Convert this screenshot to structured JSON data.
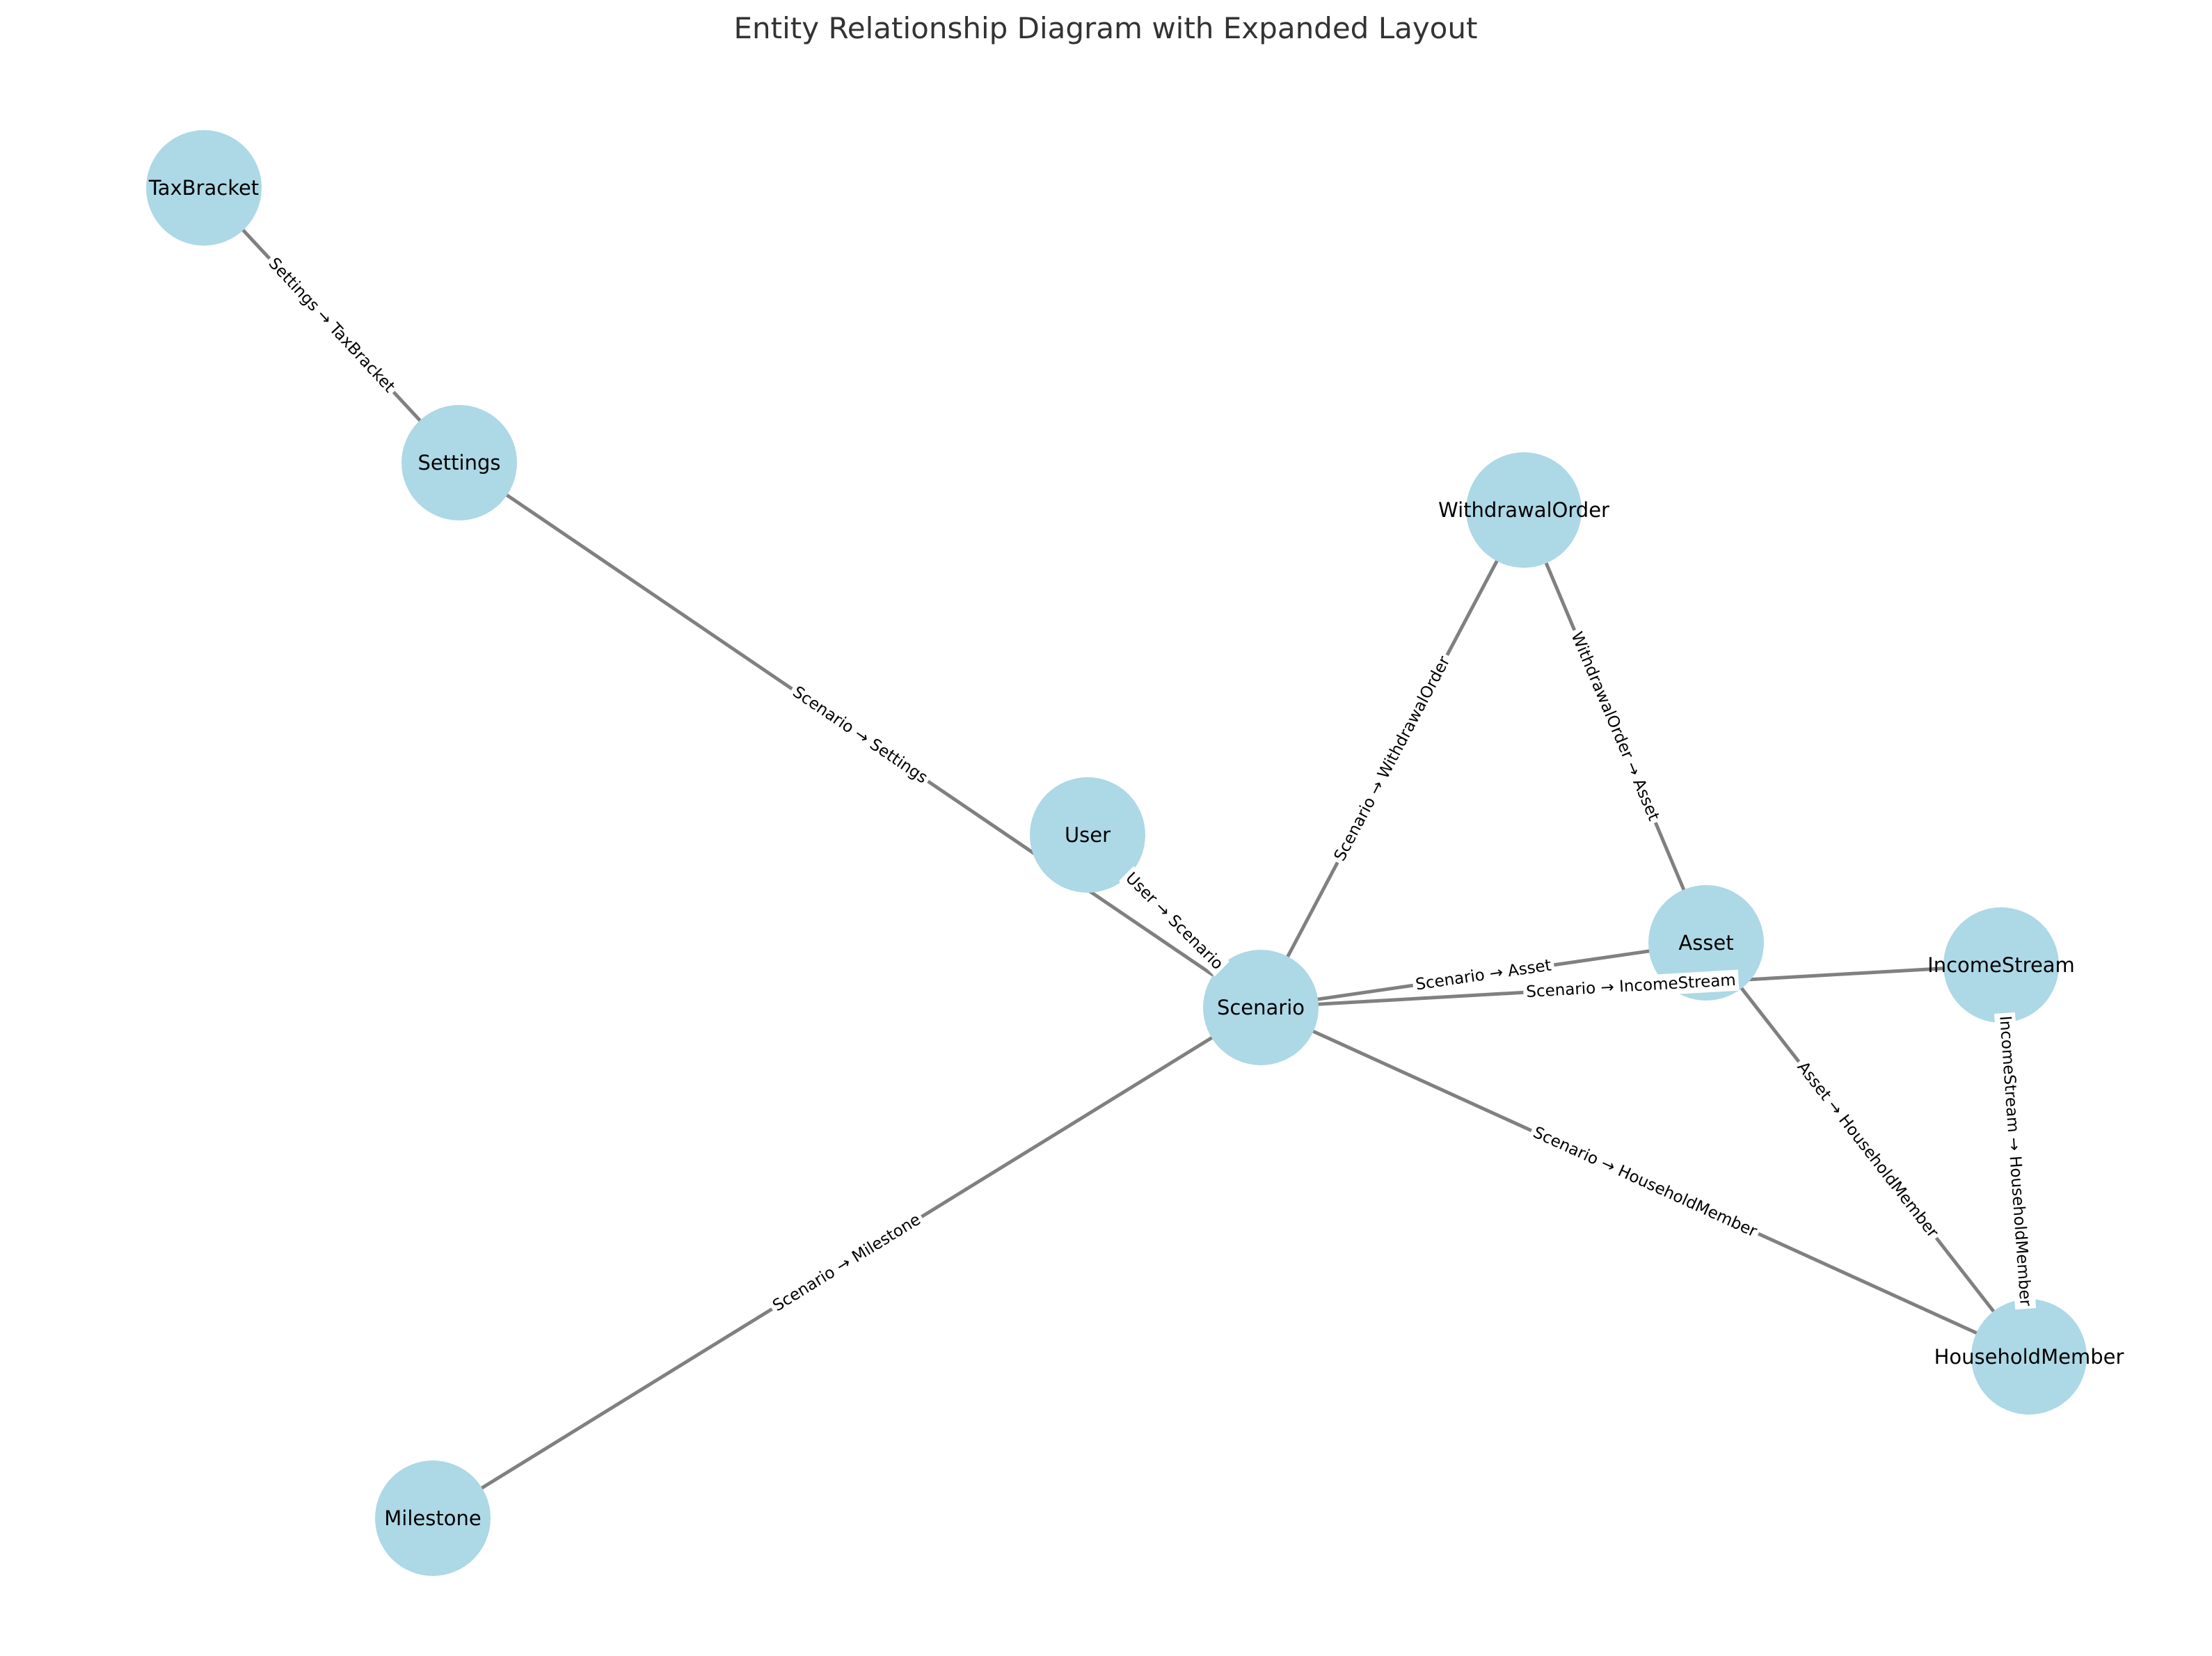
{
  "title": "Entity Relationship Diagram with Expanded Layout",
  "node_color": "#add8e6",
  "edge_color": "#808080",
  "nodes": [
    {
      "id": "TaxBracket",
      "label": "TaxBracket"
    },
    {
      "id": "Settings",
      "label": "Settings"
    },
    {
      "id": "WithdrawalOrder",
      "label": "WithdrawalOrder"
    },
    {
      "id": "User",
      "label": "User"
    },
    {
      "id": "Asset",
      "label": "Asset"
    },
    {
      "id": "IncomeStream",
      "label": "IncomeStream"
    },
    {
      "id": "Scenario",
      "label": "Scenario"
    },
    {
      "id": "HouseholdMember",
      "label": "HouseholdMember"
    },
    {
      "id": "Milestone",
      "label": "Milestone"
    }
  ],
  "edges": [
    {
      "from": "Settings",
      "to": "TaxBracket",
      "label": "Settings → TaxBracket"
    },
    {
      "from": "Scenario",
      "to": "Settings",
      "label": "Scenario → Settings"
    },
    {
      "from": "User",
      "to": "Scenario",
      "label": "User → Scenario"
    },
    {
      "from": "Scenario",
      "to": "WithdrawalOrder",
      "label": "Scenario → WithdrawalOrder"
    },
    {
      "from": "WithdrawalOrder",
      "to": "Asset",
      "label": "WithdrawalOrder → Asset"
    },
    {
      "from": "Scenario",
      "to": "Asset",
      "label": "Scenario → Asset"
    },
    {
      "from": "Scenario",
      "to": "IncomeStream",
      "label": "Scenario → IncomeStream"
    },
    {
      "from": "Scenario",
      "to": "HouseholdMember",
      "label": "Scenario → HouseholdMember"
    },
    {
      "from": "Asset",
      "to": "HouseholdMember",
      "label": "Asset → HouseholdMember"
    },
    {
      "from": "IncomeStream",
      "to": "HouseholdMember",
      "label": "IncomeStream → HouseholdMember"
    },
    {
      "from": "Scenario",
      "to": "Milestone",
      "label": "Scenario → Milestone"
    }
  ]
}
